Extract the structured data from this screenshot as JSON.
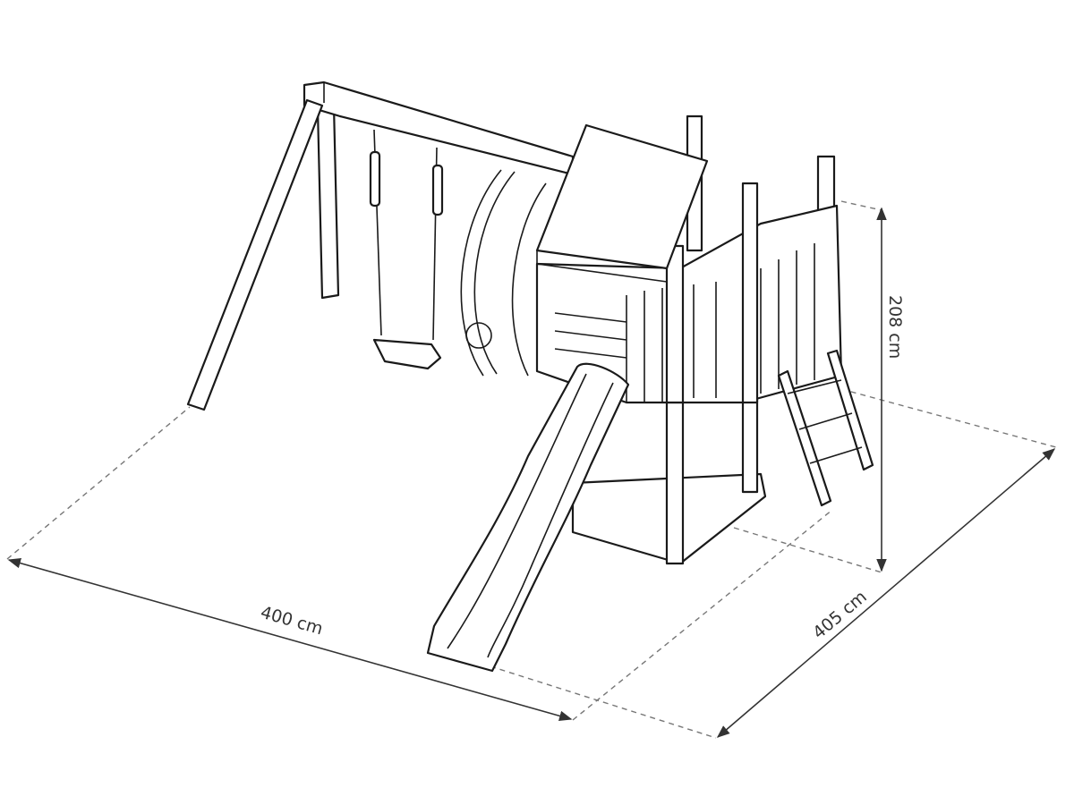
{
  "dimensions": {
    "width_label": "400 cm",
    "depth_label": "405 cm",
    "height_label": "208 cm"
  },
  "colors": {
    "line": "#1a1a1a",
    "dimension": "#333333",
    "background": "#ffffff"
  }
}
